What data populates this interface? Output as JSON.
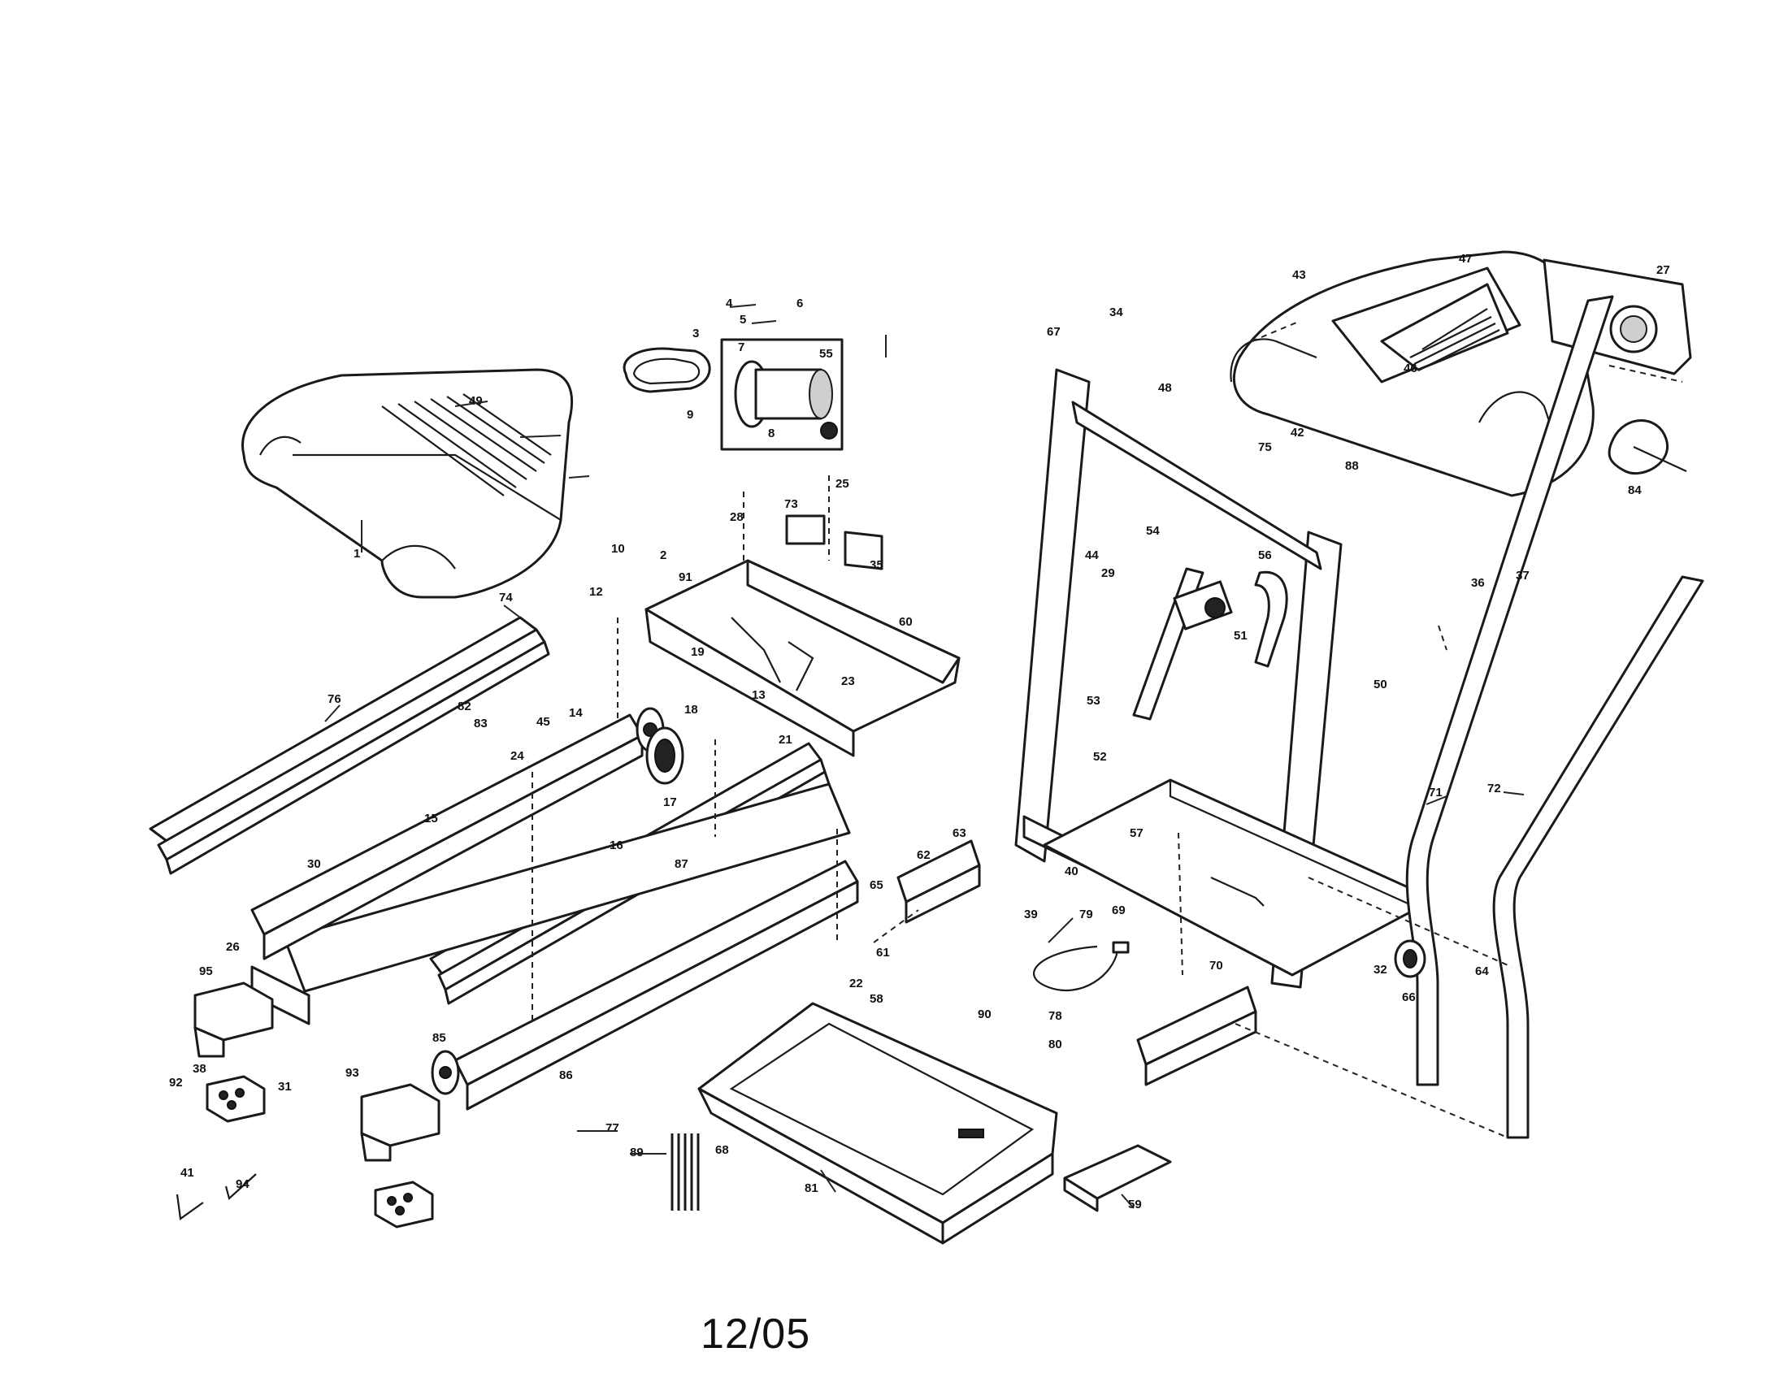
{
  "diagram": {
    "footer_date": "12/05",
    "callouts": [
      "1",
      "2",
      "3",
      "4",
      "5",
      "6",
      "7",
      "8",
      "9",
      "10",
      "12",
      "13",
      "14",
      "15",
      "16",
      "17",
      "18",
      "19",
      "21",
      "22",
      "23",
      "24",
      "25",
      "26",
      "27",
      "28",
      "29",
      "30",
      "31",
      "32",
      "34",
      "35",
      "36",
      "37",
      "38",
      "39",
      "40",
      "41",
      "42",
      "43",
      "44",
      "45",
      "46",
      "47",
      "48",
      "49",
      "50",
      "51",
      "52",
      "53",
      "54",
      "55",
      "56",
      "57",
      "58",
      "59",
      "60",
      "61",
      "62",
      "63",
      "64",
      "65",
      "66",
      "67",
      "68",
      "69",
      "70",
      "71",
      "72",
      "73",
      "74",
      "75",
      "76",
      "77",
      "78",
      "79",
      "80",
      "81",
      "82",
      "83",
      "84",
      "85",
      "86",
      "87",
      "88",
      "89",
      "90",
      "91",
      "92",
      "93",
      "94",
      "95"
    ]
  }
}
